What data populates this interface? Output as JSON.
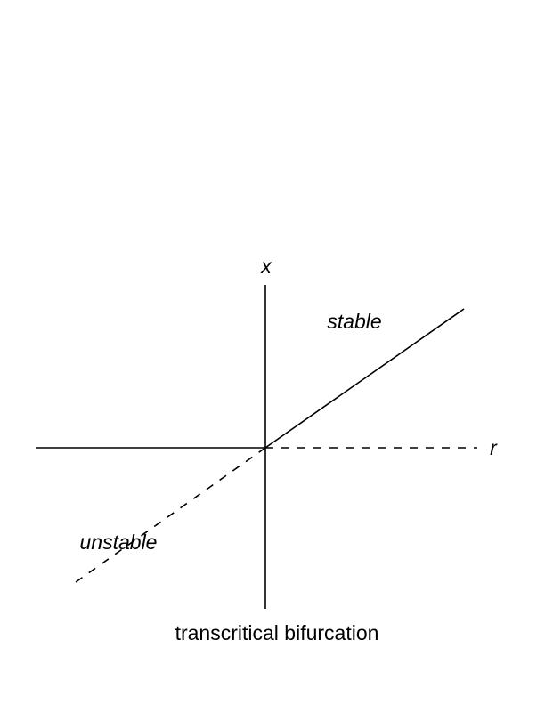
{
  "axes": {
    "x_label": "x",
    "r_label": "r"
  },
  "branches": {
    "stable_label": "stable",
    "unstable_label": "unstable"
  },
  "caption": "transcritical bifurcation",
  "colors": {
    "line": "#000000",
    "background": "#ffffff"
  }
}
